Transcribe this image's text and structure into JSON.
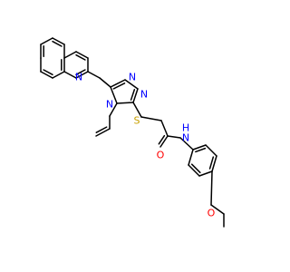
{
  "molecule": {
    "atoms": [
      {
        "id": "N_quinoline",
        "label": "N",
        "color": "#0000ff"
      },
      {
        "id": "N_triazole_top",
        "label": "N",
        "color": "#0000ff"
      },
      {
        "id": "N_triazole_right",
        "label": "N",
        "color": "#0000ff"
      },
      {
        "id": "N_triazole_allyl",
        "label": "N",
        "color": "#0000ff"
      },
      {
        "id": "S_thioether",
        "label": "S",
        "color": "#c8a000"
      },
      {
        "id": "O_carbonyl",
        "label": "O",
        "color": "#ff0000"
      },
      {
        "id": "N_amide",
        "label": "N",
        "color": "#0000ff"
      },
      {
        "id": "H_amide",
        "label": "H",
        "color": "#0000ff"
      },
      {
        "id": "O_ether",
        "label": "O",
        "color": "#ff0000"
      }
    ],
    "bond_color": "#000000"
  }
}
